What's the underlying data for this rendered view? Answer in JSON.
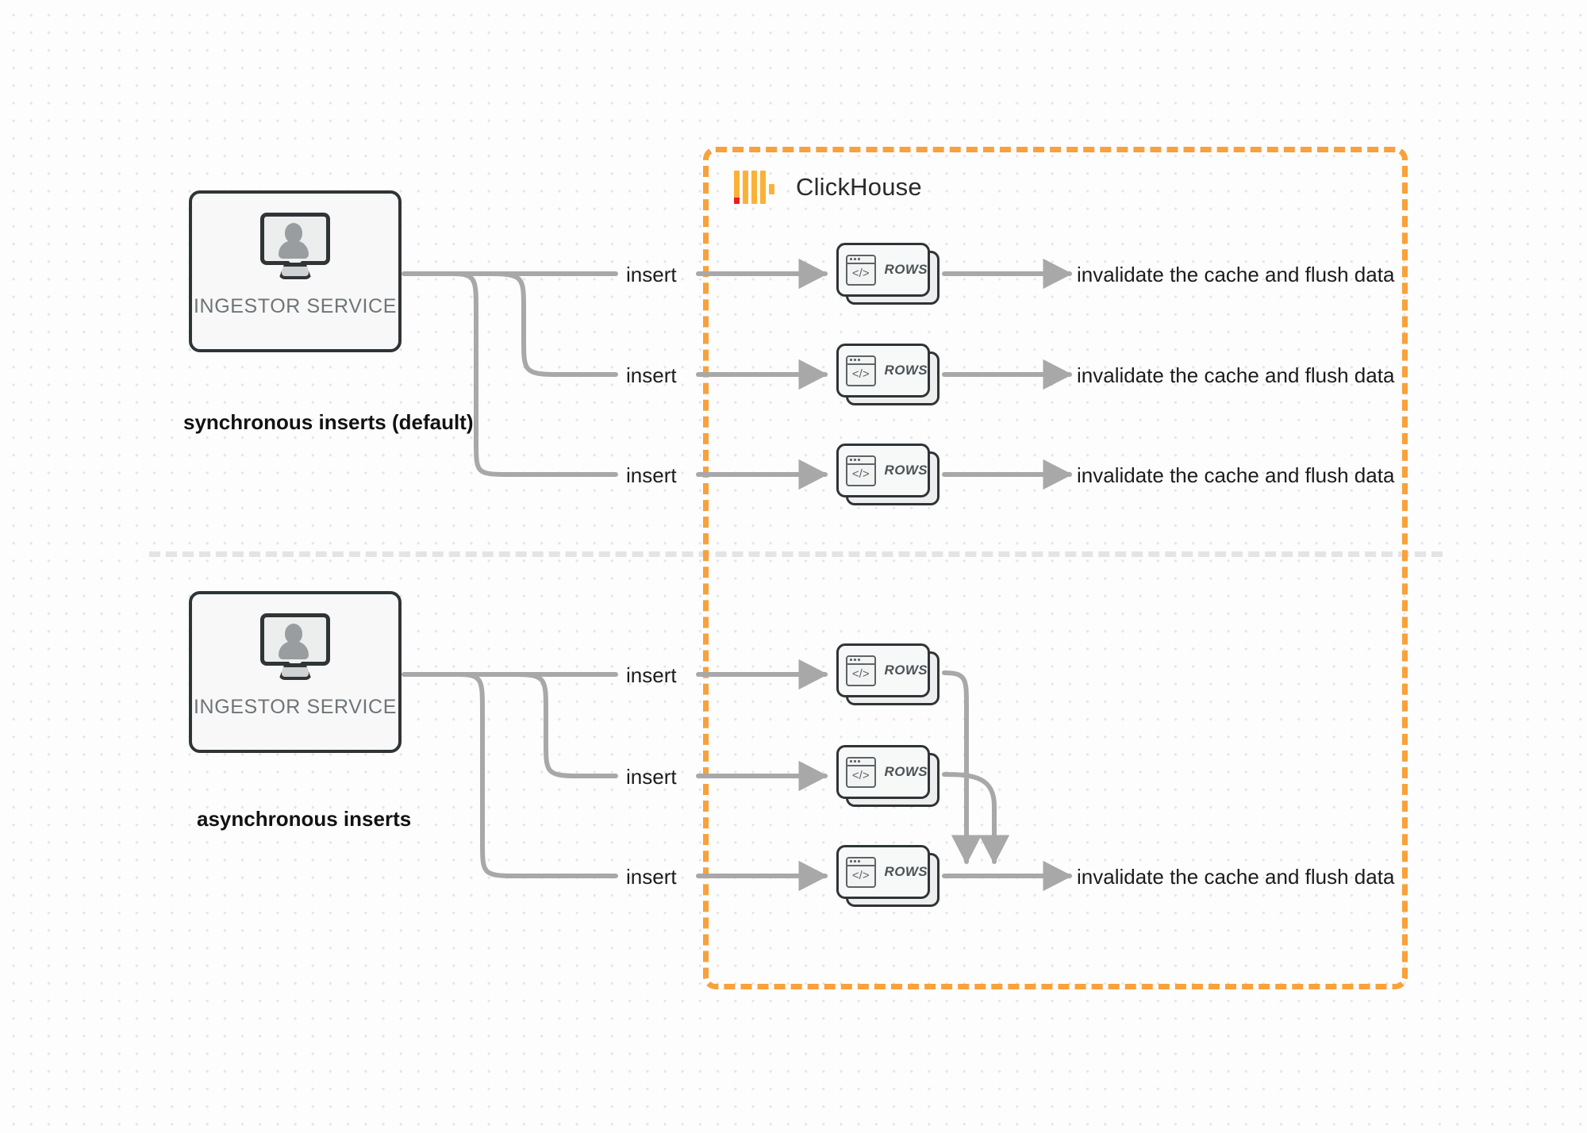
{
  "diagram": {
    "title": "ClickHouse synchronous vs asynchronous inserts",
    "colors": {
      "boundary_orange": "#f9a13a",
      "logo_orange": "#fbb138",
      "logo_red": "#ec1c24",
      "connector_gray": "#a8a8a8",
      "box_border": "#2f3437",
      "background": "#fdfdfd",
      "dot_grid": "#e6e6e6",
      "divider_gray": "#e4e4e4"
    }
  },
  "clickhouse": {
    "label": "ClickHouse",
    "logo_icon": "clickhouse-logo-icon"
  },
  "sections": [
    {
      "id": "synchronous",
      "caption": "synchronous inserts (default)",
      "ingestor": {
        "label": "INGESTOR SERVICE",
        "icon": "monitor-user-icon"
      },
      "flows": [
        {
          "insert_label": "insert",
          "rows_label": "ROWS",
          "code_glyph": "</>",
          "result_label": "invalidate the cache and flush data"
        },
        {
          "insert_label": "insert",
          "rows_label": "ROWS",
          "code_glyph": "</>",
          "result_label": "invalidate the cache and flush data"
        },
        {
          "insert_label": "insert",
          "rows_label": "ROWS",
          "code_glyph": "</>",
          "result_label": "invalidate the cache and flush data"
        }
      ]
    },
    {
      "id": "asynchronous",
      "caption": "asynchronous inserts",
      "ingestor": {
        "label": "INGESTOR SERVICE",
        "icon": "monitor-user-icon"
      },
      "flows": [
        {
          "insert_label": "insert",
          "rows_label": "ROWS",
          "code_glyph": "</>"
        },
        {
          "insert_label": "insert",
          "rows_label": "ROWS",
          "code_glyph": "</>"
        },
        {
          "insert_label": "insert",
          "rows_label": "ROWS",
          "code_glyph": "</>"
        }
      ],
      "merged_result_label": "invalidate the cache and flush data"
    }
  ]
}
